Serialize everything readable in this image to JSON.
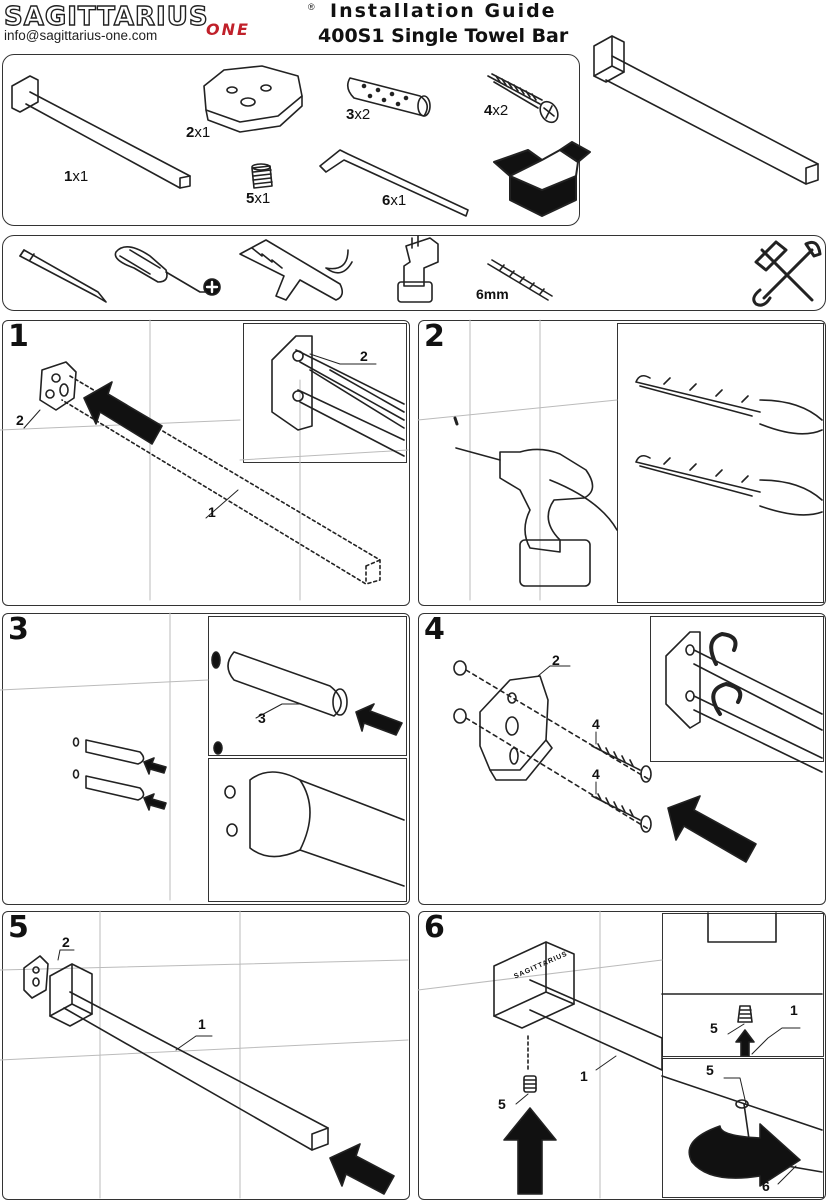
{
  "header": {
    "brand": "SAGITTARIUS",
    "brand_sub": "ONE",
    "registered": "®",
    "email": "info@sagittarius-one.com",
    "title": "Installation Guide",
    "product": "400S1 Single Towel Bar"
  },
  "parts": [
    {
      "num": "1",
      "qty": "x1"
    },
    {
      "num": "2",
      "qty": "x1"
    },
    {
      "num": "3",
      "qty": "x2"
    },
    {
      "num": "4",
      "qty": "x2"
    },
    {
      "num": "5",
      "qty": "x1"
    },
    {
      "num": "6",
      "qty": "x1"
    }
  ],
  "tools": {
    "drill_bit_size": "6mm",
    "plus_symbol": "+"
  },
  "steps": [
    {
      "number": "1",
      "callouts": [
        "2",
        "1",
        "2"
      ]
    },
    {
      "number": "2",
      "callouts": []
    },
    {
      "number": "3",
      "callouts": [
        "3"
      ]
    },
    {
      "number": "4",
      "callouts": [
        "2",
        "4",
        "4"
      ]
    },
    {
      "number": "5",
      "callouts": [
        "2",
        "1"
      ]
    },
    {
      "number": "6",
      "callouts": [
        "5",
        "1",
        "5",
        "1",
        "5",
        "6"
      ]
    }
  ],
  "logo_mark": "SAGITTARIUS"
}
